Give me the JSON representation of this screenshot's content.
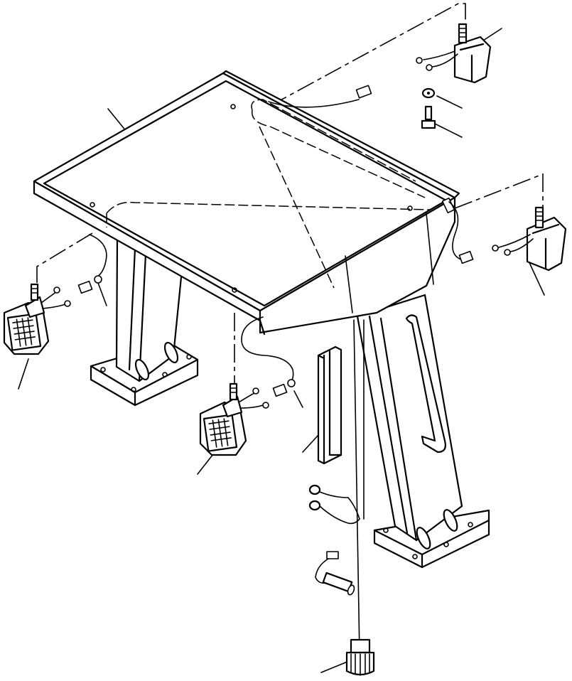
{
  "diagram": {
    "kind": "exploded parts drawing (line art)",
    "colors": {
      "line": "#000000",
      "background": "#ffffff"
    },
    "parts": [
      "canopy-roof",
      "front-left-support-column",
      "rear-support-column",
      "work-lamp-rear-right",
      "work-lamp-rear-left",
      "work-lamp-front-left",
      "work-lamp-front-center",
      "washer",
      "mounting-bolt",
      "connector-plug",
      "channel-bracket",
      "handrail",
      "wiring-harness",
      "antenna-base"
    ],
    "labels_printed": []
  }
}
